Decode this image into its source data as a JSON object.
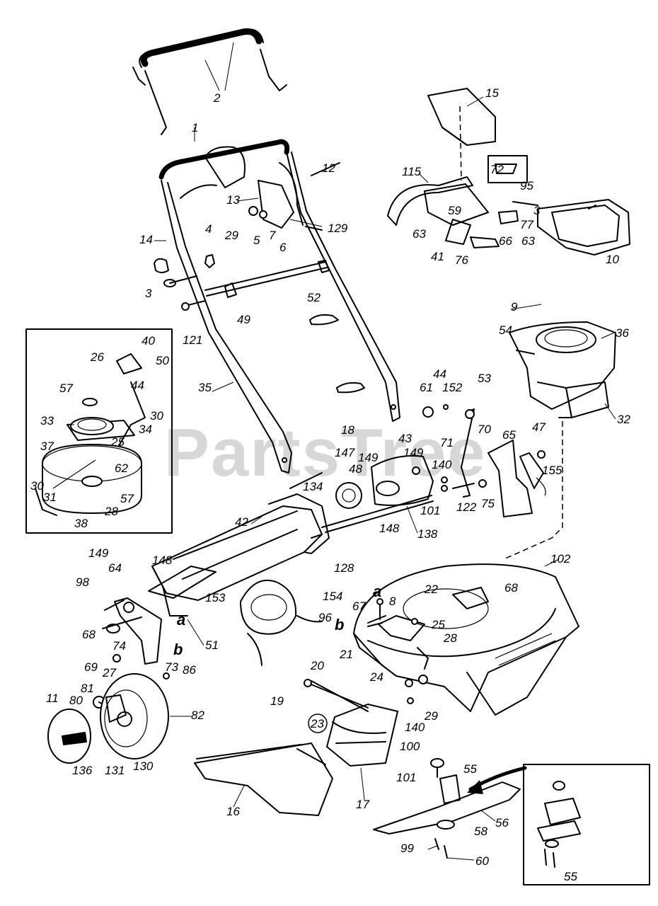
{
  "watermark": "PartsTree",
  "colors": {
    "ink": "#000000",
    "paper": "#ffffff",
    "watermark": "#d7d7d7"
  },
  "labels": {
    "p1": "1",
    "p2": "2",
    "p3a": "3",
    "p4": "4",
    "p5": "5",
    "p6": "6",
    "p7": "7",
    "p12": "12",
    "p13": "13",
    "p14": "14",
    "p29a": "29",
    "p129": "129",
    "p121": "121",
    "p49": "49",
    "p35": "35",
    "p52": "52",
    "p15": "15",
    "p115": "115",
    "p72": "72",
    "p95": "95",
    "p3b": "3",
    "p59": "59",
    "p77": "77",
    "p63a": "63",
    "p63b": "63",
    "p66": "66",
    "p41": "41",
    "p76": "76",
    "p10": "10",
    "p9": "9",
    "p54": "54",
    "p36": "36",
    "p53": "53",
    "p32": "32",
    "i40": "40",
    "i26": "26",
    "i50": "50",
    "i44": "44",
    "i57a": "57",
    "i30a": "30",
    "i33": "33",
    "i34": "34",
    "i37": "37",
    "i25": "25",
    "i62": "62",
    "i30b": "30",
    "i31": "31",
    "i57b": "57",
    "i28": "28",
    "i38": "38",
    "p61": "61",
    "p44": "44",
    "p152": "152",
    "p18": "18",
    "p70": "70",
    "p43": "43",
    "p147": "147",
    "p149a": "149",
    "p149b": "149",
    "p48": "48",
    "p71": "71",
    "p65": "65",
    "p47": "47",
    "p140a": "140",
    "p155": "155",
    "p134": "134",
    "p122": "122",
    "p101a": "101",
    "p75": "75",
    "p148a": "148",
    "p138": "138",
    "p42": "42",
    "p128": "128",
    "p102": "102",
    "p149c": "149",
    "p64": "64",
    "p148b": "148",
    "p98": "98",
    "p154": "154",
    "p153": "153",
    "p22": "22",
    "p68a": "68",
    "pa1": "a",
    "pa2": "a",
    "p67": "67",
    "p8": "8",
    "pb1": "b",
    "pb2": "b",
    "p96": "96",
    "p25": "25",
    "p68b": "68",
    "p74": "74",
    "p51": "51",
    "p21": "21",
    "p28": "28",
    "p69": "69",
    "p27": "27",
    "p73": "73",
    "p86": "86",
    "p20": "20",
    "p24": "24",
    "p11": "11",
    "p81": "81",
    "p80": "80",
    "p82": "82",
    "p19": "19",
    "p29b": "29",
    "p140b": "140",
    "p23": "23",
    "p136": "136",
    "p131": "131",
    "p130": "130",
    "p100": "100",
    "p101b": "101",
    "p55a": "55",
    "p16": "16",
    "p17": "17",
    "p56": "56",
    "p58": "58",
    "p99": "99",
    "p60": "60",
    "p55b": "55"
  }
}
